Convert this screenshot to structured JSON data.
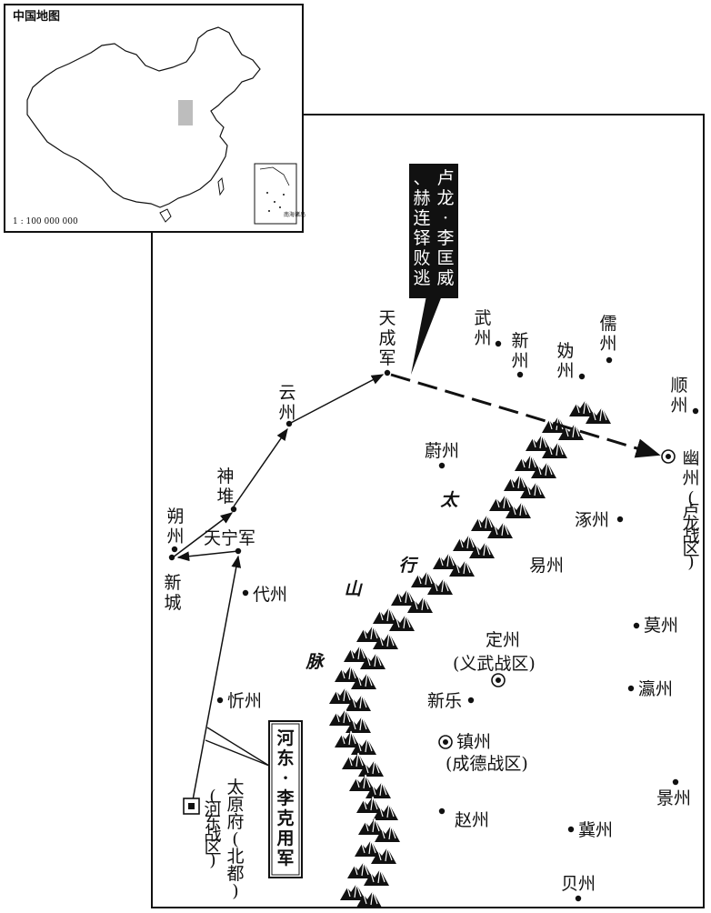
{
  "inset": {
    "title": "中国地图",
    "scale": "1 : 100 000 000",
    "south_sea_label": "南海诸岛"
  },
  "places": {
    "taiyuan": "太原府(北都)",
    "taiyuan_sub": "(河东战区)",
    "xinzhou": "忻州",
    "daizhou": "代州",
    "tianning": "天宁军",
    "xincheng": "新城",
    "shuozhou": "朔州",
    "shendui": "神堆",
    "yunzhou": "云州",
    "tiancheng": "天成军",
    "wuzhou": "武州",
    "xinzhou2": "新州",
    "guizhou": "妫州",
    "ruzhou": "儒州",
    "shunzhou": "顺州",
    "youzhou": "幽州",
    "youzhou_sub": "(卢龙战区)",
    "yuzhou": "蔚州",
    "zhuozhou": "涿州",
    "yizhou": "易州",
    "dingzhou": "定州",
    "dingzhou_sub": "(义武战区)",
    "mozhou": "莫州",
    "yingzhou": "瀛州",
    "xinle": "新乐",
    "zhenzhou": "镇州",
    "zhenzhou_sub": "(成德战区)",
    "jingzhou": "景州",
    "zhaozhou": "赵州",
    "jizhou": "冀州",
    "beizhou": "贝州"
  },
  "mountains": {
    "chars": [
      "太",
      "行",
      "山",
      "脉"
    ]
  },
  "callouts": {
    "hedong": "河东·李克用军",
    "lulong": "卢龙·李匡威、赫连铎败逃"
  },
  "colors": {
    "ink": "#111111",
    "paper": "#ffffff",
    "highlight": "#bdbdbd"
  }
}
